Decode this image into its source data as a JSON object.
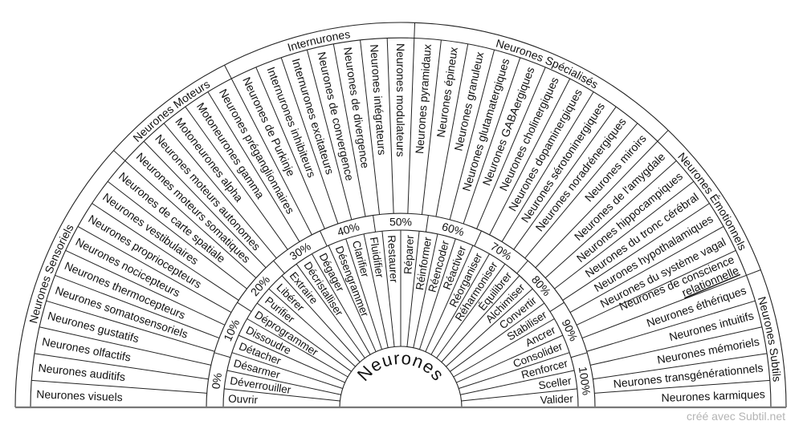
{
  "center": {
    "label": "Neurones"
  },
  "groups": [
    {
      "label": "Neurones Sensoriels",
      "count": 10
    },
    {
      "label": "Neurones Moteurs",
      "count": 5
    },
    {
      "label": "Internurones",
      "count": 7
    },
    {
      "label": "Neurones Spécialisés",
      "count": 10
    },
    {
      "label": "Neurones Émotionnels",
      "count": 6
    },
    {
      "label": "Neurones Subtils",
      "count": 5
    }
  ],
  "items": [
    [
      "Neurones visuels"
    ],
    [
      "Neurones auditifs"
    ],
    [
      "Neurones olfactifs"
    ],
    [
      "Neurones gustatifs"
    ],
    [
      "Neurones somatosensoriels"
    ],
    [
      "Neurones thermocepteurs"
    ],
    [
      "Neurones nocicepteurs"
    ],
    [
      "Neurones propriocepteurs"
    ],
    [
      "Neurones vestibulaires"
    ],
    [
      "Neurones de carte spatiale"
    ],
    [
      "Neurones moteurs somatiques"
    ],
    [
      "Neurones moteurs autonomes"
    ],
    [
      "Motoneurones alpha"
    ],
    [
      "Motoneurones gamma"
    ],
    [
      "Neurones préganglionnaires"
    ],
    [
      "Neurones de Purkinje"
    ],
    [
      "Internurones inhibiteurs"
    ],
    [
      "Internurones excitateurs"
    ],
    [
      "Neurones de convergence"
    ],
    [
      "Neurones de divergence"
    ],
    [
      "Neurones intégrateurs"
    ],
    [
      "Neurones modulateurs"
    ],
    [
      "Neurones pyramidaux"
    ],
    [
      "Neurones épineux"
    ],
    [
      "Neurones granuleux"
    ],
    [
      "Neurones glutamatergiques"
    ],
    [
      "Neurones GABAergiques"
    ],
    [
      "Neurones cholinergiques"
    ],
    [
      "Neurones dopaminergiques"
    ],
    [
      "Neurones sérotoninergiques"
    ],
    [
      "Neurones noradrénergiques"
    ],
    [
      "Neurones miroirs"
    ],
    [
      "Neurones de l'amygdale"
    ],
    [
      "Neurones hippocampiques"
    ],
    [
      "Neurones du tronc cérébral"
    ],
    [
      "Neurones hypothalamiques"
    ],
    [
      "Neurones du système vagal"
    ],
    [
      "Neurones de conscience",
      "relationnelle"
    ],
    [
      "Neurones éthériques"
    ],
    [
      "Neurones intuitifs"
    ],
    [
      "Neurones mémoriels"
    ],
    [
      "Neurones transgénérationnels"
    ],
    [
      "Neurones karmiques"
    ]
  ],
  "percents": [
    "0%",
    "10%",
    "20%",
    "30%",
    "40%",
    "50%",
    "60%",
    "70%",
    "80%",
    "90%",
    "100%"
  ],
  "actions": [
    "Ouvrir",
    "Déverrouiller",
    "Désarmer",
    "Détacher",
    "Dissoudre",
    "Déprogrammer",
    "Purifier",
    "Libérer",
    "Extraire",
    "Décristalliser",
    "Dégager",
    "Désengrammer",
    "Clarifier",
    "Fluidifier",
    "Restaurer",
    "Réparer",
    "Réinformer",
    "Réencoder",
    "Réactiver",
    "Réorganiser",
    "Réharmoniser",
    "Équilibrer",
    "Alchimiser",
    "Convertir",
    "Stabiliser",
    "Ancrer",
    "Consolider",
    "Renforcer",
    "Sceller",
    "Valider"
  ],
  "footer": "créé avec Subtil.net"
}
